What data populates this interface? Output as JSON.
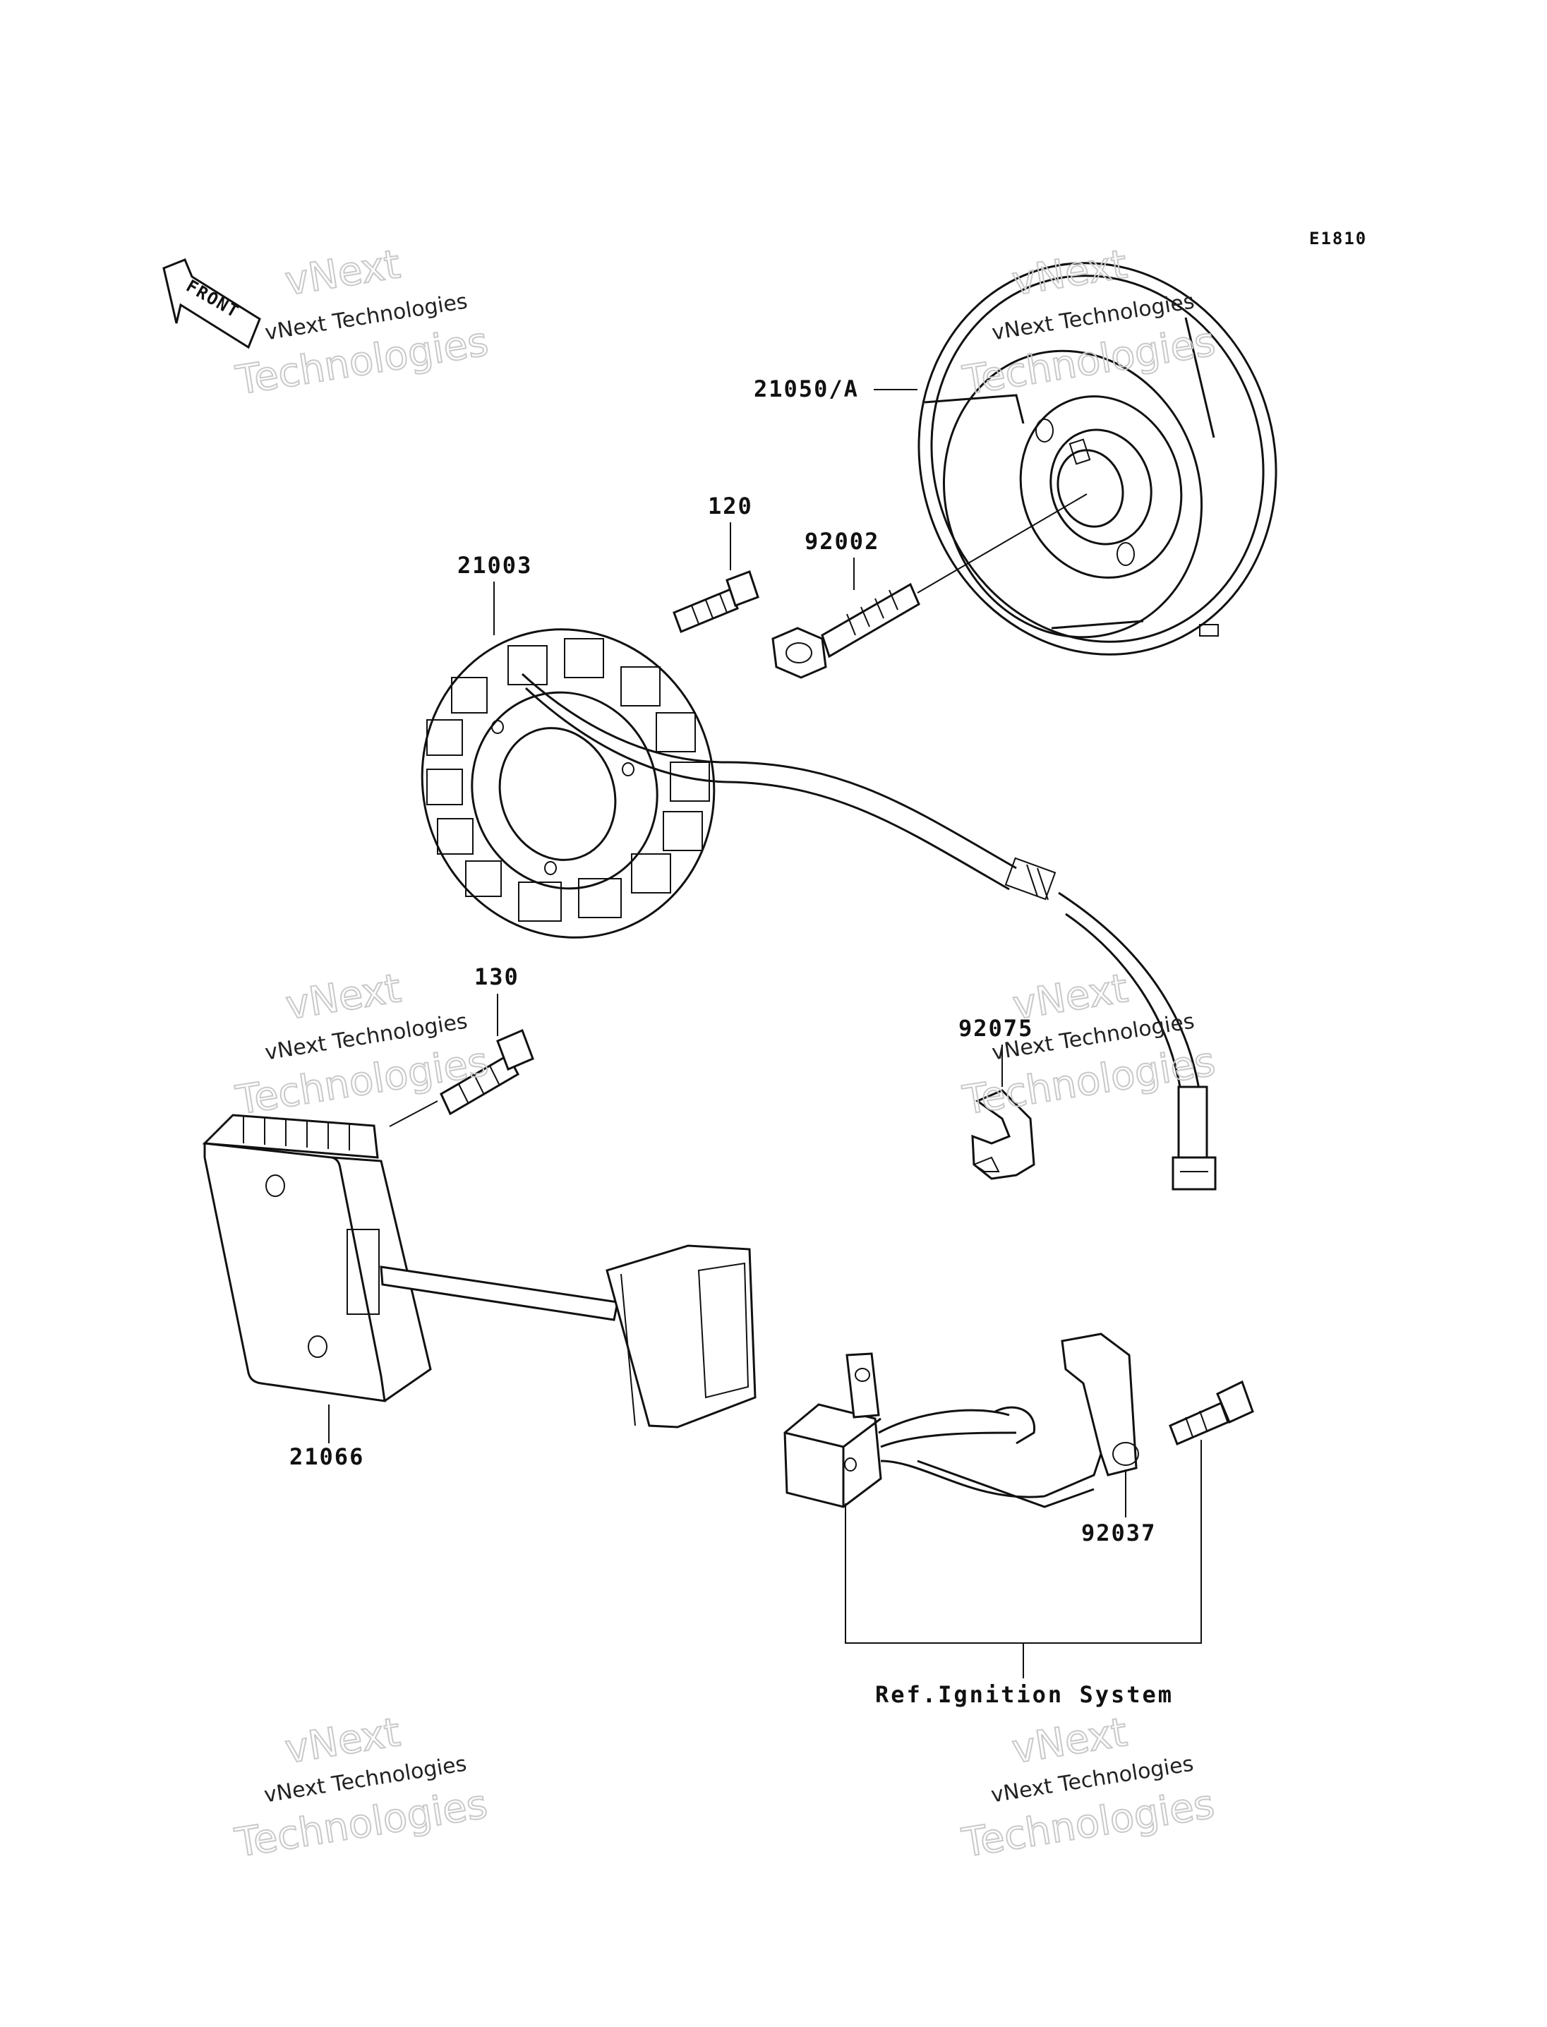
{
  "diagram_code": "E1810",
  "front_arrow_label": "FRONT",
  "parts": {
    "flywheel": "21050/A",
    "stator": "21003",
    "bolt_120": "120",
    "flywheel_bolt": "92002",
    "regulator_bolt": "130",
    "clamp": "92075",
    "regulator": "21066",
    "pickup_bolt": "92037"
  },
  "reference_note": "Ref.Ignition System",
  "watermark": {
    "brand": "vNext",
    "company": "vNext Technologies",
    "word": "Technologies"
  }
}
